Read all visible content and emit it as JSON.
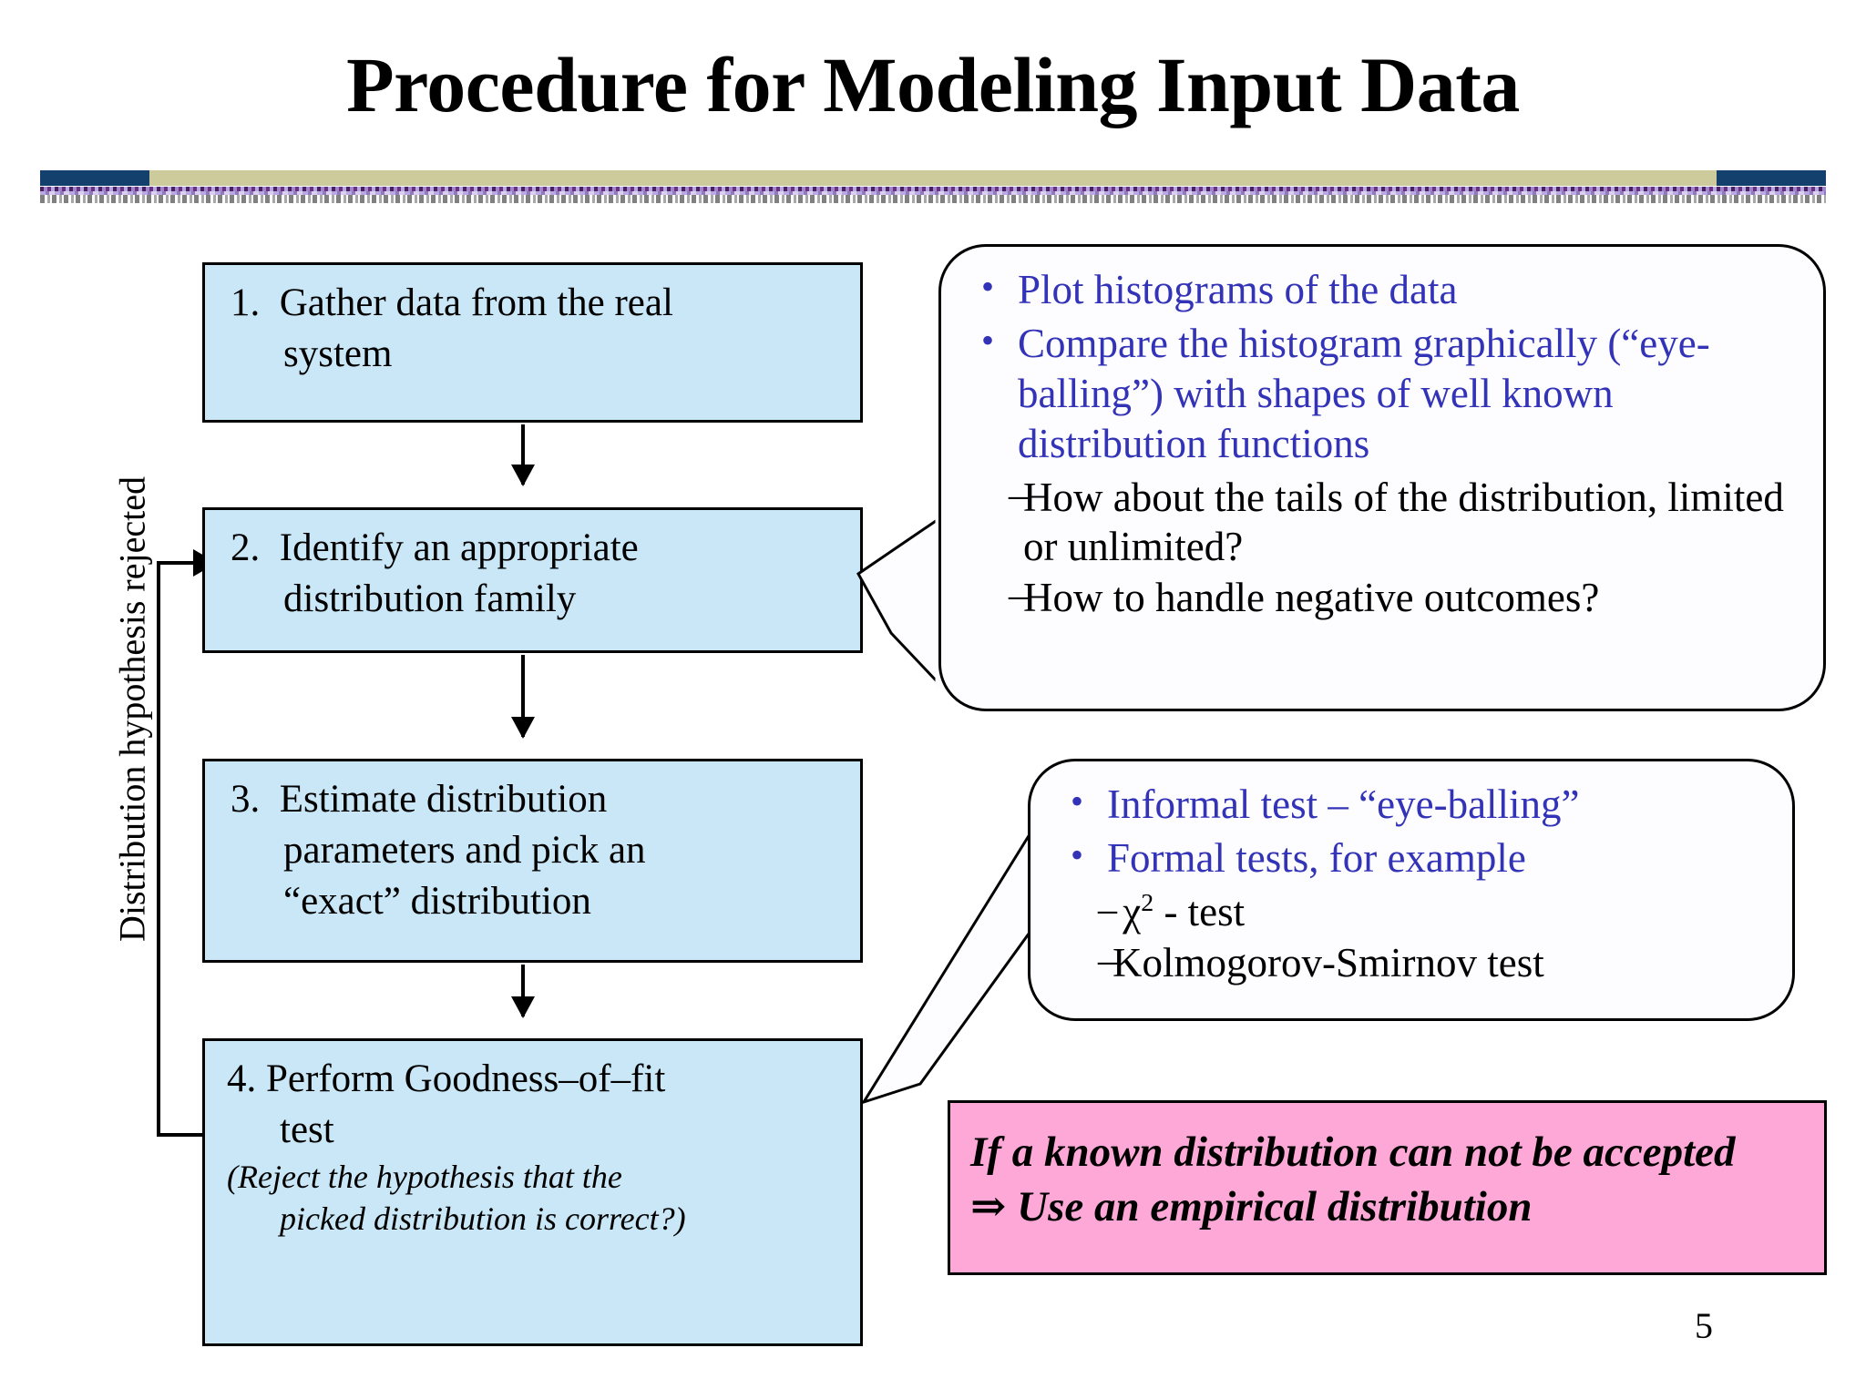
{
  "slide": {
    "title": "Procedure for Modeling Input Data",
    "page_number": "5",
    "accent_navy": "#14406e",
    "accent_khaki": "#cdca9b",
    "box_fill": "#c9e7f7",
    "bullet_blue": "#3333b8",
    "pink_fill": "#fda8d6"
  },
  "flow": {
    "rotated_label": "Distribution hypothesis rejected",
    "steps": [
      {
        "number": "1.",
        "line1": "Gather data from the real",
        "line2": "system"
      },
      {
        "number": "2.",
        "line1": "Identify an appropriate",
        "line2": "distribution family"
      },
      {
        "number": "3.",
        "line1": "Estimate distribution",
        "line2": "parameters and pick an",
        "line3": "“exact” distribution"
      },
      {
        "number": "4.",
        "line1": "Perform Goodness–of–fit",
        "line2": "test",
        "note_line1": "(Reject the hypothesis that the",
        "note_line2": "picked distribution is correct?)"
      }
    ]
  },
  "callouts": [
    {
      "name": "identify-distribution-callout",
      "bullets": [
        {
          "marker": "•",
          "text": "Plot histograms of the data"
        },
        {
          "marker": "•",
          "text": "Compare the histogram graphically (“eye-balling”) with shapes of well known distribution functions"
        }
      ],
      "subbullets": [
        {
          "marker": "–",
          "text": "How about the tails of the distribution, limited or unlimited?"
        },
        {
          "marker": "–",
          "text": "How to handle negative outcomes?"
        }
      ]
    },
    {
      "name": "goodness-of-fit-callout",
      "bullets": [
        {
          "marker": "•",
          "text": "Informal test – “eye-balling”"
        },
        {
          "marker": "•",
          "text": "Formal tests, for example"
        }
      ],
      "subbullets": [
        {
          "marker": "–",
          "text_pre": "χ",
          "text_sup": "2",
          "text_post": " - test"
        },
        {
          "marker": "–",
          "text": "Kolmogorov-Smirnov test"
        }
      ]
    }
  ],
  "pink_note": {
    "line1": "If a known distribution can not be accepted",
    "line2": "⇒ Use an empirical distribution"
  }
}
